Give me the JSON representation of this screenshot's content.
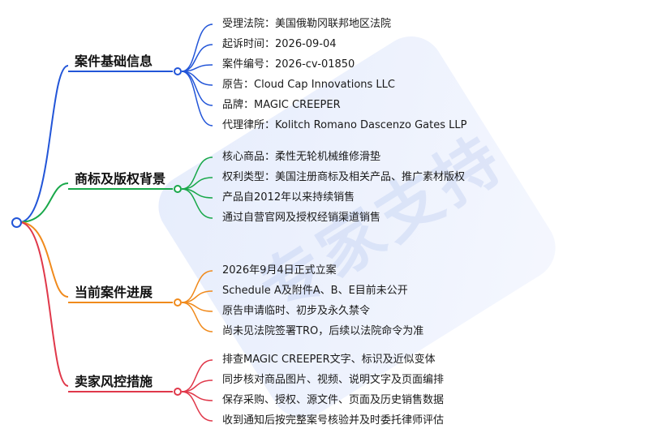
{
  "branches": [
    {
      "label": "案件基础信息",
      "color": "#2255d8",
      "items": [
        "受理法院：美国俄勒冈联邦地区法院",
        "起诉时间：2026-09-04",
        "案件编号：2026-cv-01850",
        "原告：Cloud Cap Innovations LLC",
        "品牌：MAGIC CREEPER",
        "代理律所：Kolitch Romano Dascenzo Gates LLP"
      ]
    },
    {
      "label": "商标及版权背景",
      "color": "#19a84a",
      "items": [
        "核心商品：柔性无轮机械维修滑垫",
        "权利类型：美国注册商标及相关产品、推广素材版权",
        "产品自2012年以来持续销售",
        "通过自营官网及授权经销渠道销售"
      ]
    },
    {
      "label": "当前案件进展",
      "color": "#f08a1c",
      "items": [
        "2026年9月4日正式立案",
        "Schedule A及附件A、B、E目前未公开",
        "原告申请临时、初步及永久禁令",
        "尚未见法院签署TRO，后续以法院命令为准"
      ]
    },
    {
      "label": "卖家风控措施",
      "color": "#e0384a",
      "items": [
        "排查MAGIC CREEPER文字、标识及近似变体",
        "同步核对商品图片、视频、说明文字及页面编排",
        "保存采购、授权、源文件、页面及历史销售数据",
        "收到通知后按完整案号核验并及时委托律师评估"
      ]
    }
  ],
  "root_color": "#2255d8"
}
